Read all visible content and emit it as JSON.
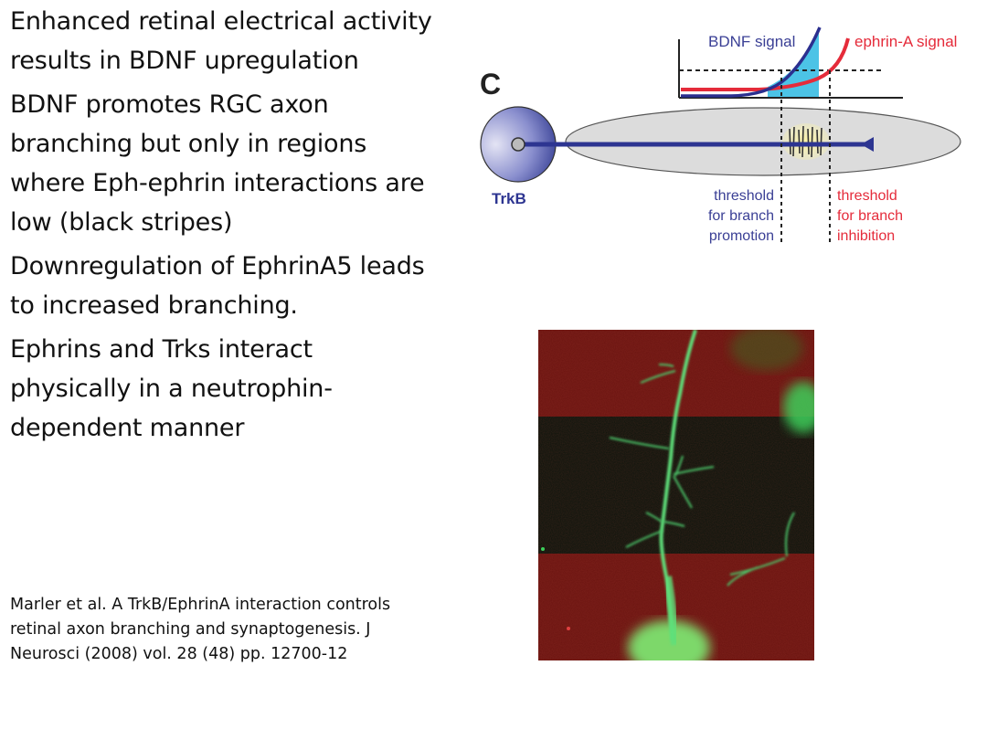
{
  "slide": {
    "bullets": [
      "Enhanced retinal electrical activity results in BDNF upregulation",
      "BDNF promotes RGC axon branching but only in regions where Eph-ephrin interactions are low (black stripes)",
      "Downregulation of EphrinA5 leads to increased branching.",
      "Ephrins and Trks interact physically in a neutrophin-dependent manner"
    ],
    "citation": "Marler et al. A TrkB/EphrinA interaction controls retinal axon branching and synaptogenesis. J Neurosci (2008) vol. 28 (48) pp. 12700-12"
  },
  "diagram": {
    "panel_label": "C",
    "bdnf_label": "BDNF signal",
    "ephrin_label": "ephrin-A signal",
    "cell_label": "TrkB",
    "threshold_promotion": [
      "threshold",
      "for branch",
      "promotion"
    ],
    "threshold_inhibition": [
      "threshold",
      "for branch",
      "inhibition"
    ],
    "colors": {
      "bdnf": "#2b2f8f",
      "ephrin": "#e52b3a",
      "fill": "#4cc3e6",
      "axon": "#2d3591",
      "ellipse": "#dcdcdc"
    }
  },
  "photo": {
    "description": "Fluorescence micrograph: green RGC axon with branches crossing red ephrin stripes and a dark stripe",
    "colors": {
      "stripe_red": "#6a1410",
      "stripe_dark": "#0b140c",
      "axon": "#5fe07a"
    }
  }
}
